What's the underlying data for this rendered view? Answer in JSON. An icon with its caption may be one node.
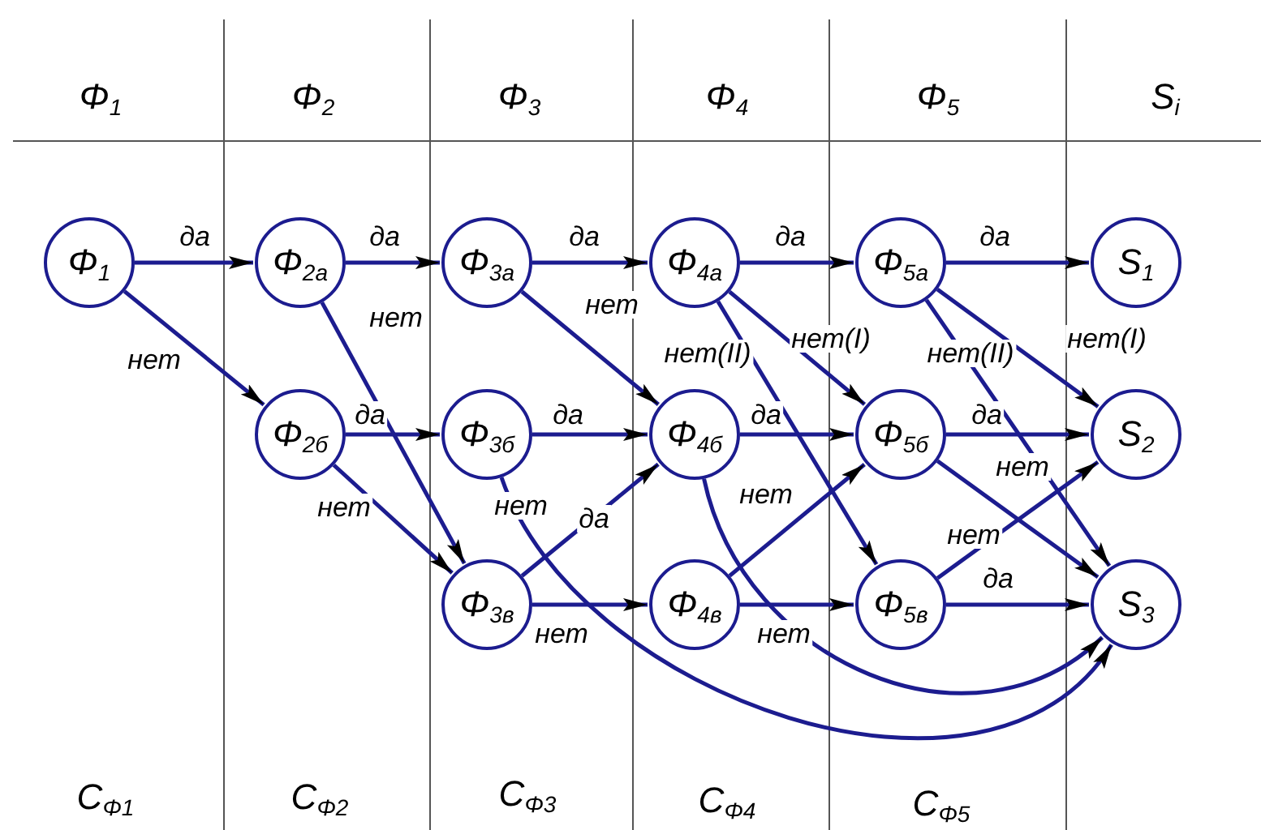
{
  "diagram": {
    "nodes": [
      {
        "text": [
          "Φ$_{1}$"
        ]
      },
      {
        "text": [
          "Φ$_{2а}$"
        ]
      },
      {
        "text": [
          "Φ$_{2б}$"
        ]
      },
      {
        "text": [
          "Φ$_{3а}$"
        ]
      },
      {
        "text": [
          "Φ$_{3б}$"
        ]
      },
      {
        "text": [
          "Φ$_{3в}$"
        ]
      },
      {
        "text": [
          "Φ$_{4а}$"
        ]
      },
      {
        "text": [
          "Φ$_{4б}$"
        ]
      },
      {
        "text": [
          "Φ$_{4в}$"
        ]
      },
      {
        "text": [
          "Φ$_{5а}$"
        ]
      },
      {
        "text": [
          "Φ$_{5б}$"
        ]
      },
      {
        "text": [
          "Φ$_{5в}$"
        ]
      },
      {
        "text": [
          "S$_{1}$"
        ]
      },
      {
        "text": [
          "S$_{2}$"
        ]
      },
      {
        "text": [
          "S$_{3}$"
        ]
      }
    ],
    "edges": [
      {
        "from": 0,
        "to": 1,
        "arrow": "to",
        "label": "да"
      },
      {
        "from": 0,
        "to": 2,
        "arrow": "to",
        "label": "нет"
      },
      {
        "from": 1,
        "to": 3,
        "arrow": "to",
        "label": "да"
      },
      {
        "from": 1,
        "to": 5,
        "arrow": "to",
        "label": "нет"
      },
      {
        "from": 2,
        "to": 4,
        "arrow": "to",
        "label": "да"
      },
      {
        "from": 2,
        "to": 5,
        "arrow": "to",
        "label": "нет"
      },
      {
        "from": 3,
        "to": 6,
        "arrow": "to",
        "label": "да"
      },
      {
        "from": 3,
        "to": 7,
        "arrow": "to",
        "label": "нет"
      },
      {
        "from": 4,
        "to": 7,
        "arrow": "to",
        "label": "да"
      },
      {
        "from": 4,
        "to": 14,
        "arrow": "to",
        "label": "нет"
      },
      {
        "from": 5,
        "to": 7,
        "arrow": "to",
        "label": "да"
      },
      {
        "from": 5,
        "to": 8,
        "arrow": "to",
        "label": "нет"
      },
      {
        "from": 6,
        "to": 9,
        "arrow": "to",
        "label": "да"
      },
      {
        "from": 6,
        "to": 10,
        "arrow": "to",
        "label": "нет(I)"
      },
      {
        "from": 6,
        "to": 11,
        "arrow": "to",
        "label": "нет(II)"
      },
      {
        "from": 7,
        "to": 10,
        "arrow": "to",
        "label": "да"
      },
      {
        "from": 7,
        "to": 14,
        "arrow": "to",
        "label": "нет"
      },
      {
        "from": 8,
        "to": 10,
        "arrow": "to"
      },
      {
        "from": 8,
        "to": 11,
        "arrow": "to",
        "label": "нет"
      },
      {
        "from": 9,
        "to": 12,
        "arrow": "to",
        "label": "да"
      },
      {
        "from": 9,
        "to": 13,
        "arrow": "to",
        "label": "нет(I)"
      },
      {
        "from": 9,
        "to": 14,
        "arrow": "to",
        "label": "нет(II)"
      },
      {
        "from": 10,
        "to": 13,
        "arrow": "to",
        "label": "да"
      },
      {
        "from": 10,
        "to": 14,
        "arrow": "to",
        "label": "нет"
      },
      {
        "from": 11,
        "to": 13,
        "arrow": "to",
        "label": "нет"
      },
      {
        "from": 11,
        "to": 14,
        "arrow": "to",
        "label": "да"
      }
    ],
    "labels": [
      "Φ$_{1}$",
      "Φ$_{2}$",
      "Φ$_{3}$",
      "Φ$_{4}$",
      "Φ$_{5}$",
      "S$_{i}$",
      "C$_{Φ1}$",
      "C$_{Φ2}$",
      "C$_{Φ3}$",
      "C$_{Φ4}$",
      "C$_{Φ5}$"
    ]
  }
}
